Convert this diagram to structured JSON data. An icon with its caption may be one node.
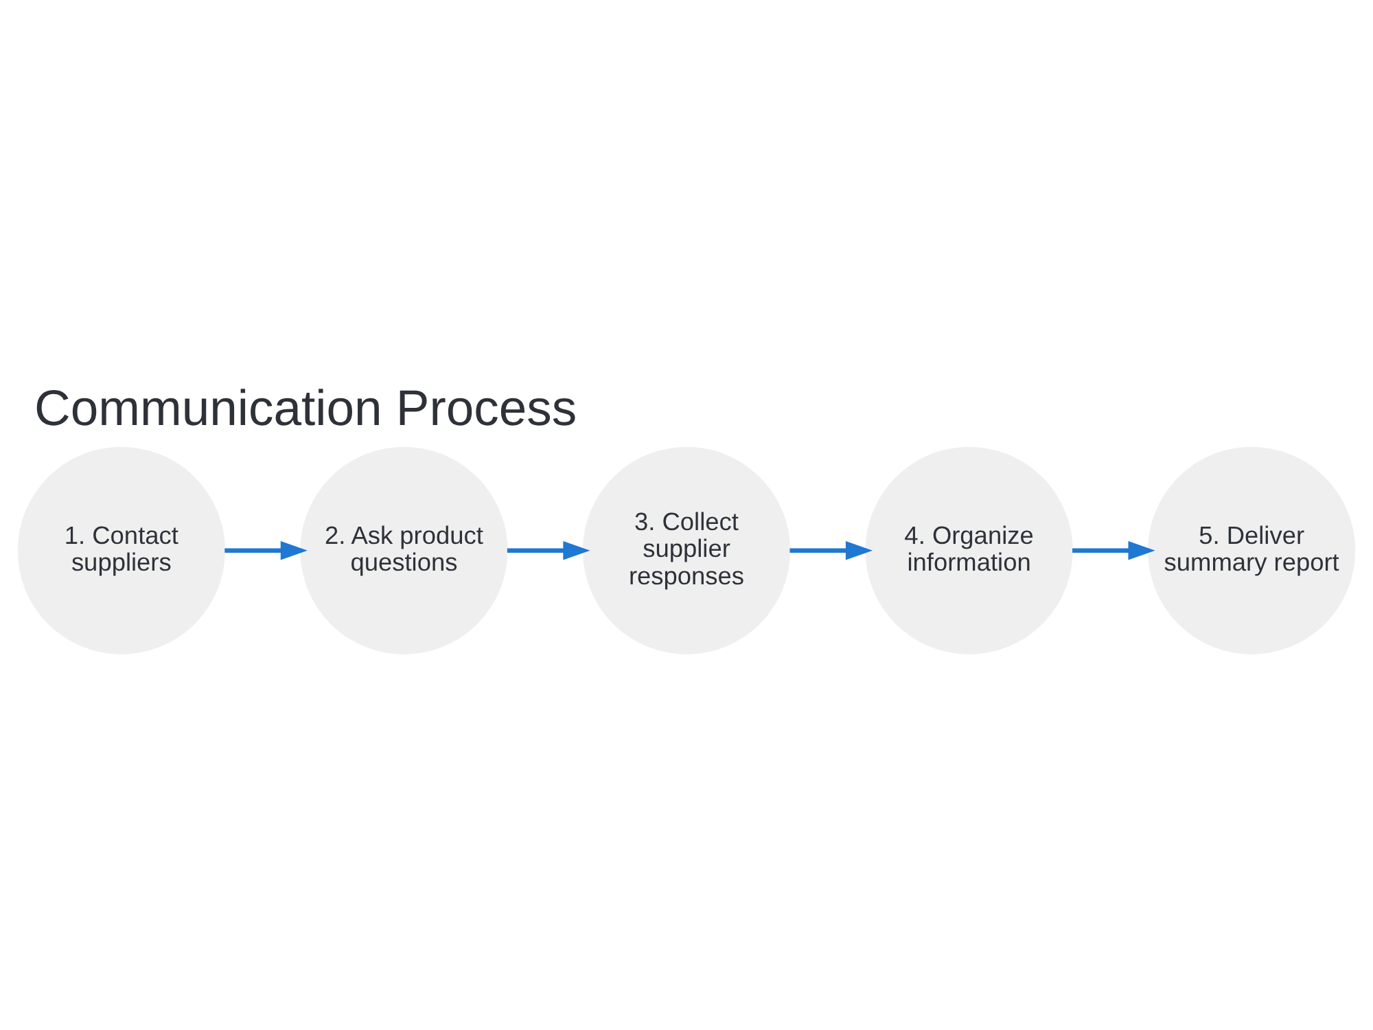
{
  "diagram": {
    "title": "Communication Process",
    "nodes": [
      {
        "text": [
          "1. Contact suppliers"
        ]
      },
      {
        "text": [
          "2. Ask product questions"
        ]
      },
      {
        "text": [
          "3. Collect supplier responses"
        ]
      },
      {
        "text": [
          "4. Organize information"
        ]
      },
      {
        "text": [
          "5. Deliver summary report"
        ]
      }
    ],
    "edges": [
      {
        "from": 0,
        "to": 1,
        "arrow": "to"
      },
      {
        "from": 1,
        "to": 2,
        "arrow": "to"
      },
      {
        "from": 2,
        "to": 3,
        "arrow": "to"
      },
      {
        "from": 3,
        "to": 4,
        "arrow": "to"
      }
    ]
  }
}
